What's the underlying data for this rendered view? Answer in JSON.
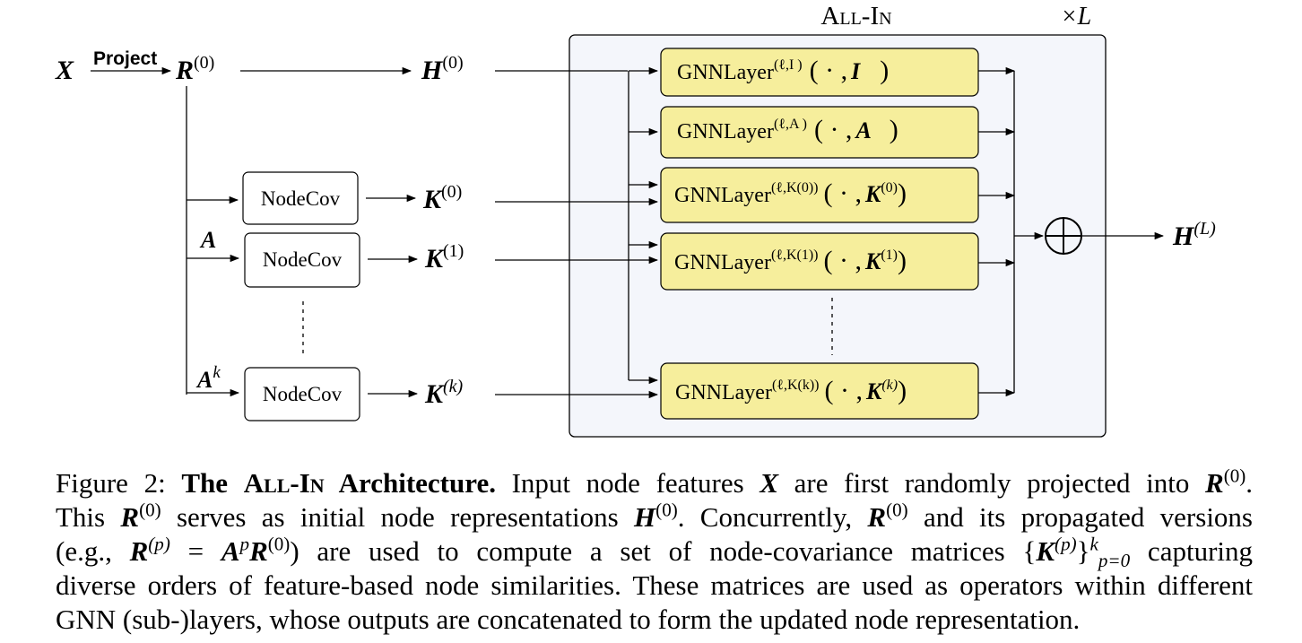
{
  "title": {
    "name": "All-In",
    "repeat": "×L"
  },
  "input": {
    "x_label": "X",
    "project_label": "Project",
    "r0_base": "R",
    "r0_sup": "(0)",
    "h0_base": "H",
    "h0_sup": "(0)"
  },
  "nodecov": {
    "boxes": [
      {
        "label": "NodeCov",
        "operator": "",
        "output_base": "K",
        "output_sup": "(0)"
      },
      {
        "label": "NodeCov",
        "operator": "A",
        "operator_sup": "",
        "output_base": "K",
        "output_sup": "(1)"
      },
      {
        "label": "NodeCov",
        "operator": "A",
        "operator_sup": "k",
        "output_base": "K",
        "output_sup": "(k)"
      }
    ]
  },
  "gnn_layers": [
    {
      "label": "GNNLayer",
      "sup": "(ℓ,I   )",
      "arg_prefix": "( · ,",
      "arg": "I",
      "arg_sup": "",
      "arg_suffix": ")"
    },
    {
      "label": "GNNLayer",
      "sup": "(ℓ,A   )",
      "arg_prefix": "( · ,",
      "arg": "A",
      "arg_sup": "",
      "arg_suffix": ")"
    },
    {
      "label": "GNNLayer",
      "sup": "(ℓ,K(0))",
      "arg_prefix": "( · ,",
      "arg": "K",
      "arg_sup": "(0)",
      "arg_suffix": ")"
    },
    {
      "label": "GNNLayer",
      "sup": "(ℓ,K(1))",
      "arg_prefix": "( · ,",
      "arg": "K",
      "arg_sup": "(1)",
      "arg_suffix": ")"
    },
    {
      "label": "GNNLayer",
      "sup": "(ℓ,K(k))",
      "arg_prefix": "( · ,",
      "arg": "K",
      "arg_sup": "(k)",
      "arg_suffix": ")"
    }
  ],
  "output": {
    "base": "H",
    "sup": "(L)"
  },
  "caption": {
    "prefix": "Figure 2:",
    "bold_title_1": "The ",
    "bold_title_sc": "All-In",
    "bold_title_2": " Architecture.",
    "l1_a": " Input node features ",
    "l1_x": "X",
    "l1_b": " are first randomly projected into ",
    "l1_r": "R",
    "l1_r_sup": "(0)",
    "l1_c": ".",
    "l2_a": "This ",
    "l2_r": "R",
    "l2_r_sup": "(0)",
    "l2_b": " serves as initial node representations ",
    "l2_h": "H",
    "l2_h_sup": "(0)",
    "l2_c": ". Concurrently, ",
    "l2_r2": "R",
    "l2_r2_sup": "(0)",
    "l2_d": " and its propagated versions",
    "l3_a": "(e.g., ",
    "l3_r": "R",
    "l3_r_sup": "(p)",
    "l3_eq": " = ",
    "l3_a2": "A",
    "l3_a2_sup": "p",
    "l3_r2": "R",
    "l3_r2_sup": "(0)",
    "l3_b": ") are used to compute a set of node-covariance matrices {",
    "l3_k": "K",
    "l3_k_sup": "(p)",
    "l3_c": "}",
    "l3_c_sup": "k",
    "l3_c_sub": "p=0",
    "l3_d": " capturing",
    "l4": "diverse orders of feature-based node similarities. These matrices are used as operators within different",
    "l5": "GNN (sub-)layers, whose outputs are concatenated to form the updated node representation."
  }
}
